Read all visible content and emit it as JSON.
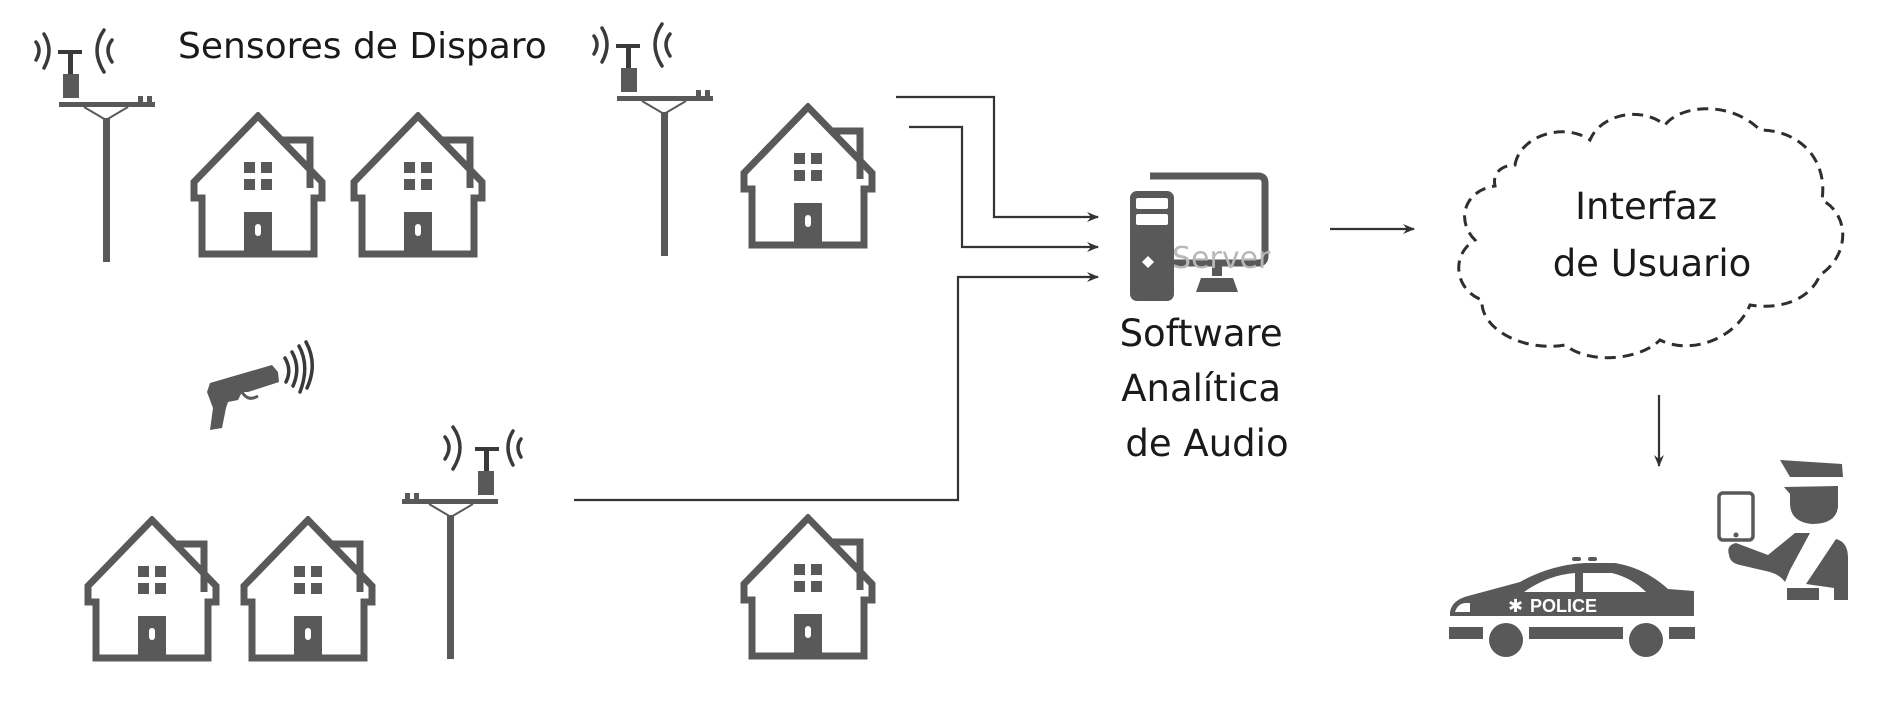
{
  "title": "Sensores de Disparo",
  "server": {
    "label_lines": [
      "Software",
      "Analítica",
      "de Audio"
    ],
    "faded_overlay_text": "Server",
    "icon": "desktop-computer-icon"
  },
  "cloud": {
    "label_lines": [
      "Interfaz",
      "de Usuario"
    ],
    "icon": "cloud-icon"
  },
  "police_car": {
    "text": "POLICE",
    "icon": "police-car-icon"
  },
  "officer": {
    "icon": "police-officer-tablet-icon"
  },
  "gunshot": {
    "icon": "gun-sound-icon"
  },
  "sensors": [
    {
      "id": "sensor-1",
      "icon": "sensor-pole-icon"
    },
    {
      "id": "sensor-2",
      "icon": "sensor-pole-icon"
    },
    {
      "id": "sensor-3",
      "icon": "sensor-pole-icon"
    }
  ],
  "houses": [
    {
      "id": "house-1",
      "icon": "house-icon"
    },
    {
      "id": "house-2",
      "icon": "house-icon"
    },
    {
      "id": "house-3",
      "icon": "house-icon"
    },
    {
      "id": "house-4",
      "icon": "house-icon"
    },
    {
      "id": "house-5",
      "icon": "house-icon"
    },
    {
      "id": "house-6",
      "icon": "house-icon"
    }
  ],
  "connectors": [
    {
      "from": "sensor-2",
      "to": "server"
    },
    {
      "from": "sensor-2",
      "to": "server"
    },
    {
      "from": "sensor-3",
      "to": "server"
    },
    {
      "from": "server",
      "to": "cloud"
    },
    {
      "from": "cloud",
      "to": "police"
    }
  ],
  "colors": {
    "icon": "#595959",
    "line": "#333333",
    "text": "#1a1a1a",
    "background": "#ffffff"
  }
}
